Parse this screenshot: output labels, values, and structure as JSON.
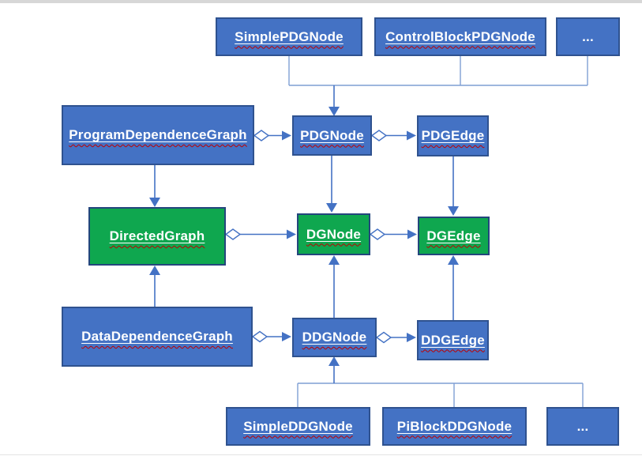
{
  "diagram": {
    "description": "Class hierarchy diagram of dependence-graph classes",
    "colors": {
      "node_blue_fill": "#4472C4",
      "node_blue_border": "#2F528F",
      "node_green_fill": "#0FA74F",
      "node_green_border": "#24467D",
      "connector": "#4472C4",
      "connector_light": "#7F9FD4",
      "label_text": "#FFFFFF",
      "spellcheck_squiggle": "#C00000",
      "top_bar": "#D7D7D7"
    },
    "nodes": {
      "simple_pdg_node": {
        "label": "SimplePDGNode",
        "color": "blue"
      },
      "control_block_pdg_node": {
        "label": "ControlBlockPDGNode",
        "color": "blue"
      },
      "pdg_ellipsis": {
        "label": "...",
        "color": "blue"
      },
      "program_dependence_graph": {
        "label": "ProgramDependenceGraph",
        "color": "blue"
      },
      "pdg_node": {
        "label": "PDGNode",
        "color": "blue"
      },
      "pdg_edge": {
        "label": "PDGEdge",
        "color": "blue"
      },
      "directed_graph": {
        "label": "DirectedGraph",
        "color": "green"
      },
      "dg_node": {
        "label": "DGNode",
        "color": "green"
      },
      "dg_edge": {
        "label": "DGEdge",
        "color": "green"
      },
      "data_dependence_graph": {
        "label": "DataDependenceGraph",
        "color": "blue"
      },
      "ddg_node": {
        "label": "DDGNode",
        "color": "blue"
      },
      "ddg_edge": {
        "label": "DDGEdge",
        "color": "blue"
      },
      "simple_ddg_node": {
        "label": "SimpleDDGNode",
        "color": "blue"
      },
      "pi_block_ddg_node": {
        "label": "PiBlockDDGNode",
        "color": "blue"
      },
      "ddg_ellipsis": {
        "label": "...",
        "color": "blue"
      }
    },
    "relationships": [
      {
        "from": "SimplePDGNode",
        "to": "PDGNode",
        "type": "inheritance"
      },
      {
        "from": "ControlBlockPDGNode",
        "to": "PDGNode",
        "type": "inheritance"
      },
      {
        "from": "...",
        "to": "PDGNode",
        "type": "inheritance"
      },
      {
        "from": "ProgramDependenceGraph",
        "to": "DirectedGraph",
        "type": "inheritance"
      },
      {
        "from": "PDGNode",
        "to": "DGNode",
        "type": "inheritance"
      },
      {
        "from": "PDGEdge",
        "to": "DGEdge",
        "type": "inheritance"
      },
      {
        "from": "DataDependenceGraph",
        "to": "DirectedGraph",
        "type": "inheritance"
      },
      {
        "from": "DDGNode",
        "to": "DGNode",
        "type": "inheritance"
      },
      {
        "from": "DDGEdge",
        "to": "DGEdge",
        "type": "inheritance"
      },
      {
        "from": "SimpleDDGNode",
        "to": "DDGNode",
        "type": "inheritance"
      },
      {
        "from": "PiBlockDDGNode",
        "to": "DDGNode",
        "type": "inheritance"
      },
      {
        "from": "...",
        "to": "DDGNode",
        "type": "inheritance"
      },
      {
        "from": "ProgramDependenceGraph",
        "to": "PDGNode",
        "type": "aggregation"
      },
      {
        "from": "PDGNode",
        "to": "PDGEdge",
        "type": "aggregation"
      },
      {
        "from": "DirectedGraph",
        "to": "DGNode",
        "type": "aggregation"
      },
      {
        "from": "DGNode",
        "to": "DGEdge",
        "type": "aggregation"
      },
      {
        "from": "DataDependenceGraph",
        "to": "DDGNode",
        "type": "aggregation"
      },
      {
        "from": "DDGNode",
        "to": "DDGEdge",
        "type": "aggregation"
      }
    ]
  }
}
